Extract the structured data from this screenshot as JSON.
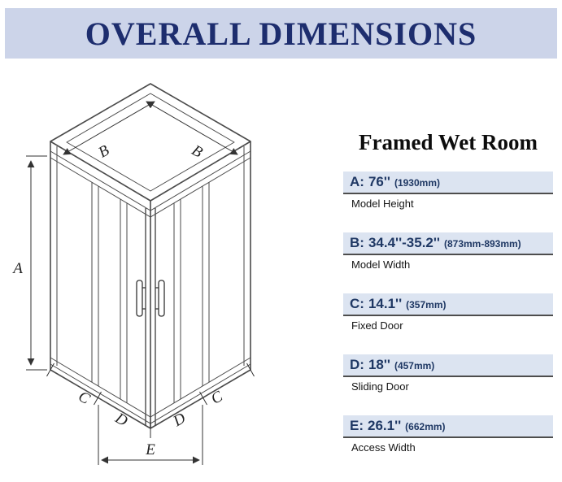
{
  "header": {
    "title": "OVERALL DIMENSIONS"
  },
  "panel": {
    "title": "Framed Wet Room",
    "specs": [
      {
        "label": "A:",
        "value": "76''",
        "metric": "(1930mm)",
        "sublabel": "Model Height"
      },
      {
        "label": "B:",
        "value": "34.4''-35.2''",
        "metric": "(873mm-893mm)",
        "sublabel": "Model Width"
      },
      {
        "label": "C:",
        "value": "14.1''",
        "metric": "(357mm)",
        "sublabel": "Fixed Door"
      },
      {
        "label": "D:",
        "value": "18''",
        "metric": "(457mm)",
        "sublabel": "Sliding Door"
      },
      {
        "label": "E:",
        "value": "26.1''",
        "metric": "(662mm)",
        "sublabel": "Access Width"
      }
    ]
  },
  "diagram": {
    "description": "Isometric line drawing of corner-entry framed shower enclosure with two sliding doors",
    "labels": {
      "a": "A",
      "b": "B",
      "c": "C",
      "d": "D",
      "e": "E"
    }
  },
  "colors": {
    "banner_bg": "#ccd4e9",
    "banner_text": "#1d2d6e",
    "spec_highlight": "#dce4f1",
    "spec_text": "#1f3864"
  }
}
